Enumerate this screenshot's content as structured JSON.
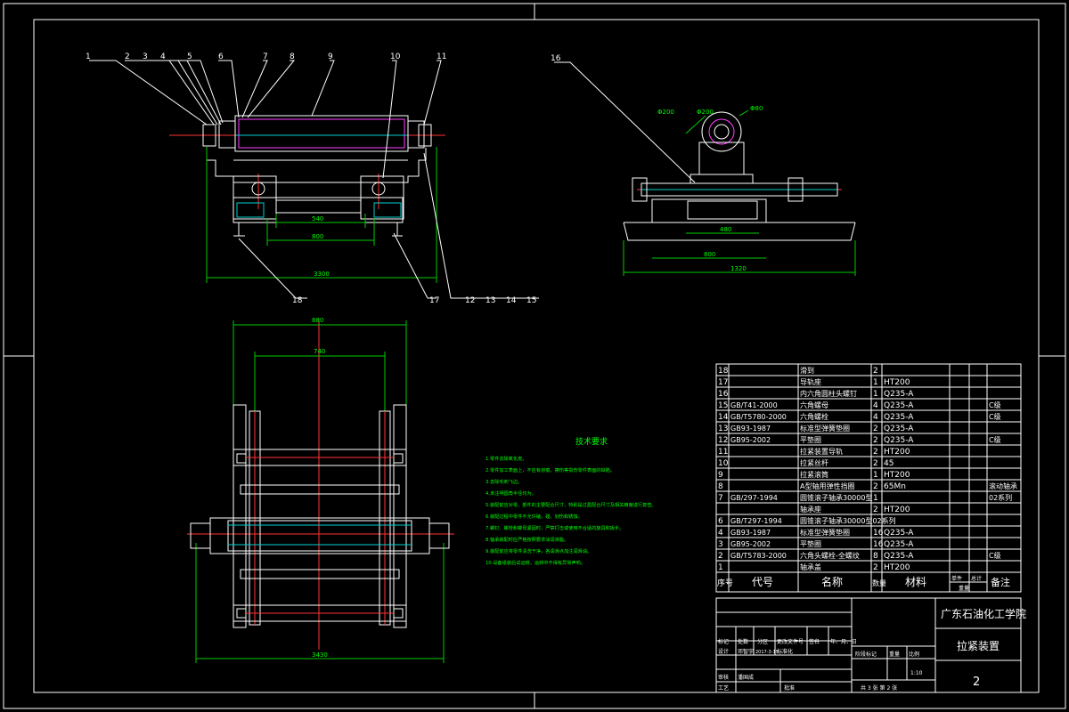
{
  "balloons": [
    "1",
    "2",
    "3",
    "4",
    "5",
    "6",
    "7",
    "8",
    "9",
    "10",
    "11",
    "16",
    "18",
    "17",
    "12",
    "13",
    "14",
    "15"
  ],
  "dims": {
    "front_a": "540",
    "front_b": "800",
    "front_c": "3300",
    "side_a": "480",
    "side_b": "800",
    "side_c": "1320",
    "top_a": "880",
    "top_b": "740",
    "top_c": "3430",
    "circ_a": "Φ200",
    "circ_b": "Φ200",
    "circ_c": "Φ80"
  },
  "tech": {
    "title": "技术要求",
    "items": [
      "1.零件去除氧化皮。",
      "2.零件加工表面上，不应有划痕、擦伤等损伤零件表面的缺陷。",
      "3.去除毛刺飞边。",
      "4.未注明圆角半径均为。",
      "5.装配前应对零、部件的主要配合尺寸，特别是过盈配合尺寸及相关精度进行复查。",
      "6.装配过程中零件不允许磕、碰、划伤和锈蚀。",
      "7.螺钉、螺栓和螺母紧固时，严禁打击或使用不合适的旋具和扳手。",
      "8.轴承装配时应严格按照要求涂润滑脂。",
      "9.装配前应将零件清洗干净，各润滑点加注润滑油。",
      "10.设备组装后试运转，运转中不得有异常声响。"
    ]
  },
  "bom": {
    "header": {
      "no": "序号",
      "code": "代号",
      "name": "名称",
      "qty": "数量",
      "mat": "材料",
      "single": "单件",
      "total": "总计",
      "weight": "重量",
      "remark": "备注"
    },
    "rows": [
      {
        "no": "18",
        "code": "",
        "name": "滑到",
        "qty": "2",
        "mat": "",
        "remark": ""
      },
      {
        "no": "17",
        "code": "",
        "name": "导轨座",
        "qty": "1",
        "mat": "HT200",
        "remark": ""
      },
      {
        "no": "16",
        "code": "",
        "name": "内六角圆柱头螺钉",
        "qty": "1",
        "mat": "Q235-A",
        "remark": ""
      },
      {
        "no": "15",
        "code": "GB/T41-2000",
        "name": "六角螺母",
        "qty": "4",
        "mat": "Q235-A",
        "remark": "C级"
      },
      {
        "no": "14",
        "code": "GB/T5780-2000",
        "name": "六角螺栓",
        "qty": "4",
        "mat": "Q235-A",
        "remark": "C级"
      },
      {
        "no": "13",
        "code": "GB93-1987",
        "name": "标准型弹簧垫圈",
        "qty": "2",
        "mat": "Q235-A",
        "remark": ""
      },
      {
        "no": "12",
        "code": "GB95-2002",
        "name": "平垫圈",
        "qty": "2",
        "mat": "Q235-A",
        "remark": "C级"
      },
      {
        "no": "11",
        "code": "",
        "name": "拉紧装置导轨",
        "qty": "2",
        "mat": "HT200",
        "remark": ""
      },
      {
        "no": "10",
        "code": "",
        "name": "拉紧丝杆",
        "qty": "2",
        "mat": "45",
        "remark": ""
      },
      {
        "no": "9",
        "code": "",
        "name": "拉紧滚筒",
        "qty": "1",
        "mat": "HT200",
        "remark": ""
      },
      {
        "no": "8",
        "code": "",
        "name": "A型轴用弹性挡圈",
        "qty": "2",
        "mat": "65Mn",
        "remark": "滚动轴承"
      },
      {
        "no": "7",
        "code": "GB/297-1994",
        "name": "圆锥滚子轴承30000型",
        "qty": "1",
        "mat": "",
        "remark": "02系列"
      },
      {
        "no": "",
        "code": "",
        "name": "轴承座",
        "qty": "2",
        "mat": "HT200",
        "remark": ""
      },
      {
        "no": "6",
        "code": "GB/T297-1994",
        "name": "圆锥滚子轴承30000型02系列",
        "qty": "",
        "mat": "",
        "remark": ""
      },
      {
        "no": "4",
        "code": "GB93-1987",
        "name": "标准型弹簧垫圈",
        "qty": "16",
        "mat": "Q235-A",
        "remark": ""
      },
      {
        "no": "3",
        "code": "GB95-2002",
        "name": "平垫圈",
        "qty": "16",
        "mat": "Q235-A",
        "remark": ""
      },
      {
        "no": "2",
        "code": "GB/T5783-2000",
        "name": "六角头螺栓-全螺纹",
        "qty": "8",
        "mat": "Q235-A",
        "remark": "C级"
      },
      {
        "no": "1",
        "code": "",
        "name": "轴承盖",
        "qty": "2",
        "mat": "HT200",
        "remark": ""
      }
    ]
  },
  "title_block": {
    "school": "广东石油化工学院",
    "drawing": "拉紧装置",
    "sheet": "2",
    "scale": "1:10",
    "r_mark": "标记",
    "r_count": "处数",
    "r_zone": "分区",
    "r_doc": "更改文件号",
    "r_sign": "签名",
    "r_date": "年、月、日",
    "design": "设计",
    "designer": "邓智宇",
    "date": "2017-3-15",
    "std": "标准化",
    "stage": "阶段标记",
    "weight": "重量",
    "ratio": "比例",
    "check": "审核",
    "checker": "潘国成",
    "craft": "工艺",
    "approve": "批准",
    "sheets": "共 3 张 第 2 张"
  },
  "colors": {
    "bg": "#000000",
    "line": "#ffffff",
    "dim": "#00cc00",
    "center": "#ff3333",
    "hidden": "#00d0d0",
    "text_green": "#00ff00"
  }
}
